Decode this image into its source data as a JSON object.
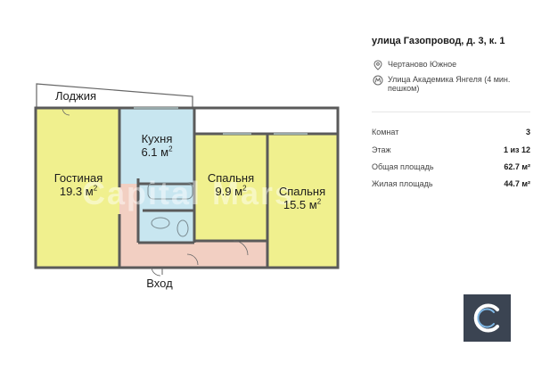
{
  "listing": {
    "title": "улица Газопровод, д. 3, к. 1",
    "district": "Чертаново Южное",
    "metro_line1": "Улица Академика Янгеля (4 мин.",
    "metro_line2": "пешком)",
    "icons": {
      "district": "location-pin-icon",
      "metro": "metro-icon"
    }
  },
  "details": [
    {
      "key": "Комнат",
      "value": "3"
    },
    {
      "key": "Этаж",
      "value": "1 из 12"
    },
    {
      "key": "Общая площадь",
      "value": "62.7 м²"
    },
    {
      "key": "Жилая площадь",
      "value": "44.7 м²"
    }
  ],
  "plan": {
    "loggia": "Лоджия",
    "kitchen": {
      "name": "Кухня",
      "area": "6.1 м",
      "unit_sup": "2"
    },
    "living": {
      "name": "Гостиная",
      "area": "19.3 м",
      "unit_sup": "2"
    },
    "bedroom1": {
      "name": "Спальня",
      "area": "9.9 м",
      "unit_sup": "2"
    },
    "bedroom2": {
      "name": "Спальня",
      "area": "15.5 м",
      "unit_sup": "2"
    },
    "entrance": "Вход",
    "watermark": "Capital Mars"
  },
  "colors": {
    "room": "#f0f08e",
    "kitchen": "#c8e6f0",
    "hall": "#f2cfc2",
    "wall": "#5a5a5a",
    "logo_bg": "#3b4452"
  }
}
